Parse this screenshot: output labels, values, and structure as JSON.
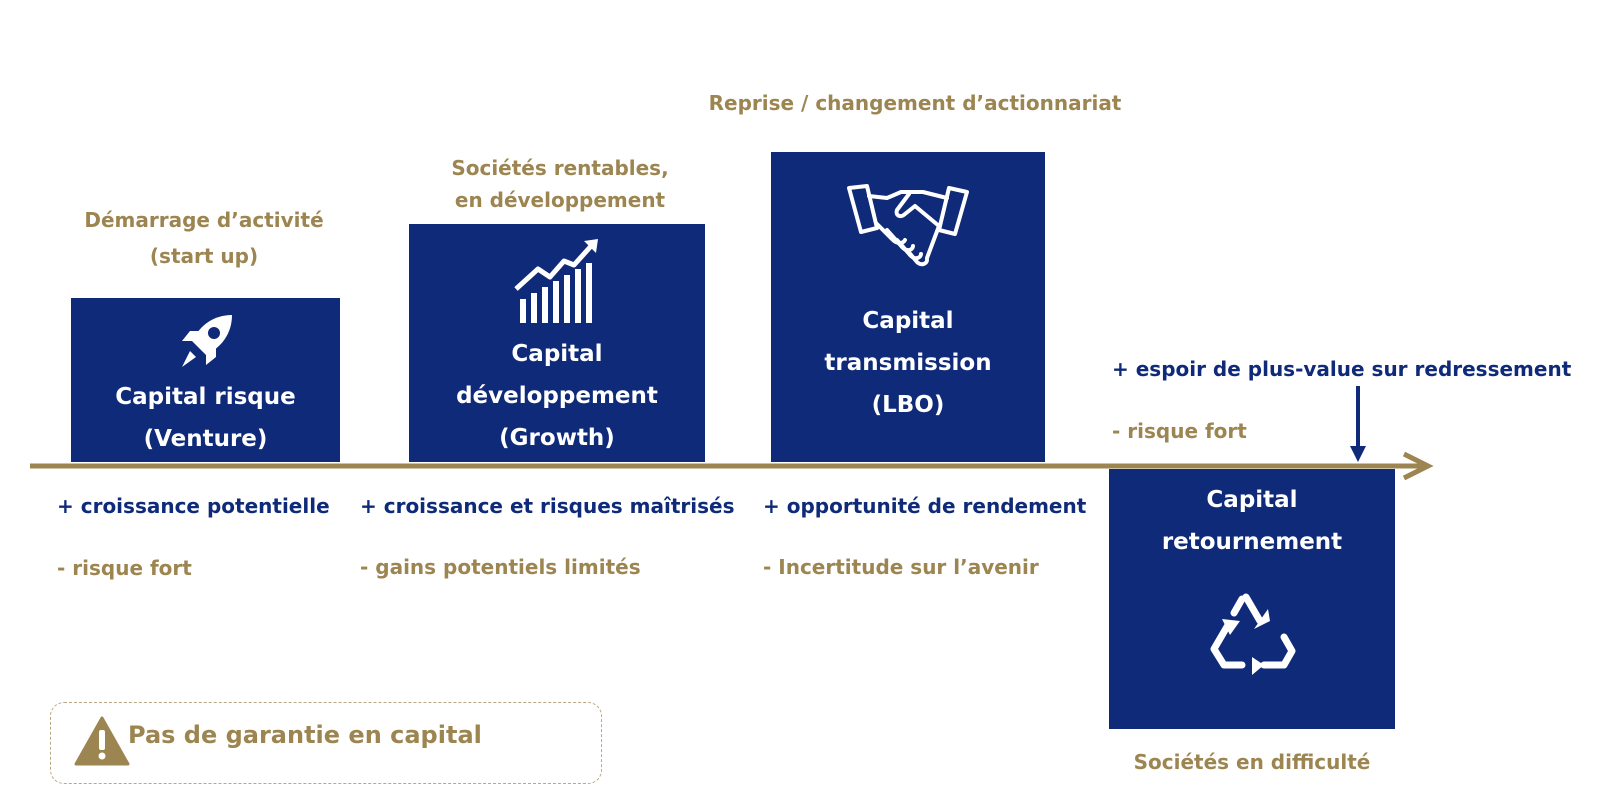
{
  "colors": {
    "navy": "#0e2a78",
    "gold": "#9c8550",
    "white": "#ffffff"
  },
  "timeline": {
    "arrow_icon": "arrow-right"
  },
  "stages": [
    {
      "id": "venture",
      "label_lines": [
        "Démarrage d’activité",
        "(start up)"
      ],
      "icon": "rocket-icon",
      "title_lines": [
        "Capital risque",
        "(Venture)"
      ],
      "pro": "+ croissance potentielle",
      "con": "- risque fort"
    },
    {
      "id": "growth",
      "label_lines": [
        "Sociétés rentables,",
        "en développement"
      ],
      "icon": "growth-chart-icon",
      "title_lines": [
        "Capital",
        "développement",
        "(Growth)"
      ],
      "pro": "+ croissance et risques maîtrisés",
      "con": "- gains potentiels limités"
    },
    {
      "id": "lbo",
      "label_lines": [
        "Reprise / changement d’actionnariat"
      ],
      "icon": "handshake-icon",
      "title_lines": [
        "Capital",
        "transmission",
        "(LBO)"
      ],
      "pro": "+ opportunité de rendement",
      "con": "- Incertitude sur l’avenir"
    },
    {
      "id": "turnaround",
      "label_lines": [
        "Sociétés en difficulté"
      ],
      "icon": "recycle-icon",
      "title_lines": [
        "Capital",
        "retournement"
      ],
      "pro": "+ espoir de plus-value sur redressement",
      "con": "- risque fort"
    }
  ],
  "warning": {
    "icon": "warning-icon",
    "text": "Pas de garantie en capital"
  }
}
